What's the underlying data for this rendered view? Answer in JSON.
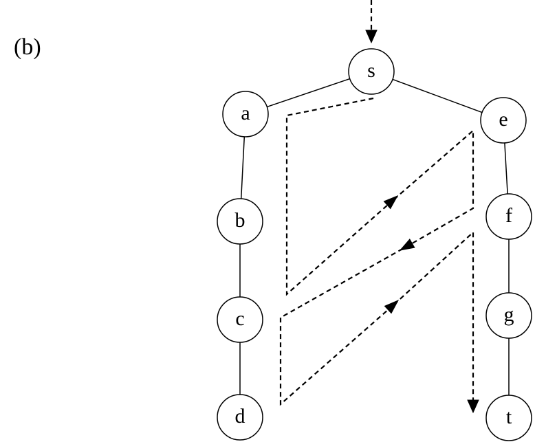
{
  "figure": {
    "panel_label": "(b)",
    "colors": {
      "background": "#ffffff",
      "ink": "#000000"
    }
  },
  "nodes": [
    {
      "id": "s",
      "label": "s"
    },
    {
      "id": "a",
      "label": "a"
    },
    {
      "id": "b",
      "label": "b"
    },
    {
      "id": "c",
      "label": "c"
    },
    {
      "id": "d",
      "label": "d"
    },
    {
      "id": "e",
      "label": "e"
    },
    {
      "id": "f",
      "label": "f"
    },
    {
      "id": "g",
      "label": "g"
    },
    {
      "id": "t",
      "label": "t"
    }
  ],
  "edges": [
    [
      "s",
      "a"
    ],
    [
      "a",
      "b"
    ],
    [
      "b",
      "c"
    ],
    [
      "c",
      "d"
    ],
    [
      "s",
      "e"
    ],
    [
      "e",
      "f"
    ],
    [
      "f",
      "g"
    ],
    [
      "g",
      "t"
    ]
  ],
  "traversal": {
    "style": "dashed",
    "arrows": [
      "entry",
      "up-right",
      "down-left",
      "up-right",
      "exit"
    ]
  }
}
